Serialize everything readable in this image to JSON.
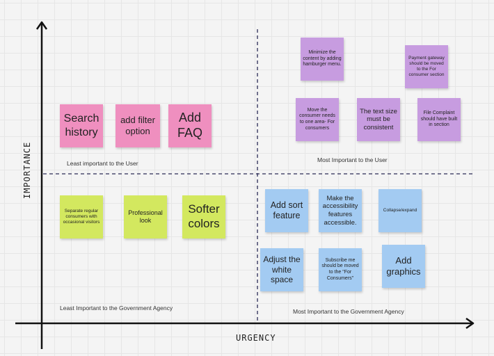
{
  "axes": {
    "x_title": "URGENCY",
    "y_title": "IMPORTANCE"
  },
  "quadrant_labels": {
    "top_left": "Least important to the User",
    "top_right": "Most Important to the User",
    "bottom_left": "Least Important to the Government Agency",
    "bottom_right": "Most Important to the Government Agency"
  },
  "notes": {
    "search_history": "Search history",
    "add_filter_option": "add filter option",
    "add_faq": "Add FAQ",
    "minimize_content": "Minimize the content by adding hamburger menu.",
    "payment_gateway": "Payment gateway should be moved to the For consumer section",
    "move_consumer_needs": "Move the consumer needs to one area- For consumers",
    "text_size": "The text size must be consistent",
    "file_complaint": "File Complaint should have built in section",
    "separate_consumers": "Separate regular consumers with occasional visitors",
    "professional_look": "Professional look",
    "softer_colors": "Softer colors",
    "add_sort_feature": "Add sort feature",
    "accessibility": "Make the accessibility features accessible.",
    "collapse_expand": "Collapse/expand",
    "adjust_white_space": "Adjust the white space",
    "subscribe_me": "Subscribe me should be moved to the \"For Consumers\"",
    "add_graphics": "Add graphics"
  },
  "colors": {
    "pink": "#ef8fbf",
    "purple": "#c79ce0",
    "green": "#d3e85f",
    "blue": "#a3cbf2",
    "axis": "#111111",
    "divider": "#2a2a55"
  }
}
